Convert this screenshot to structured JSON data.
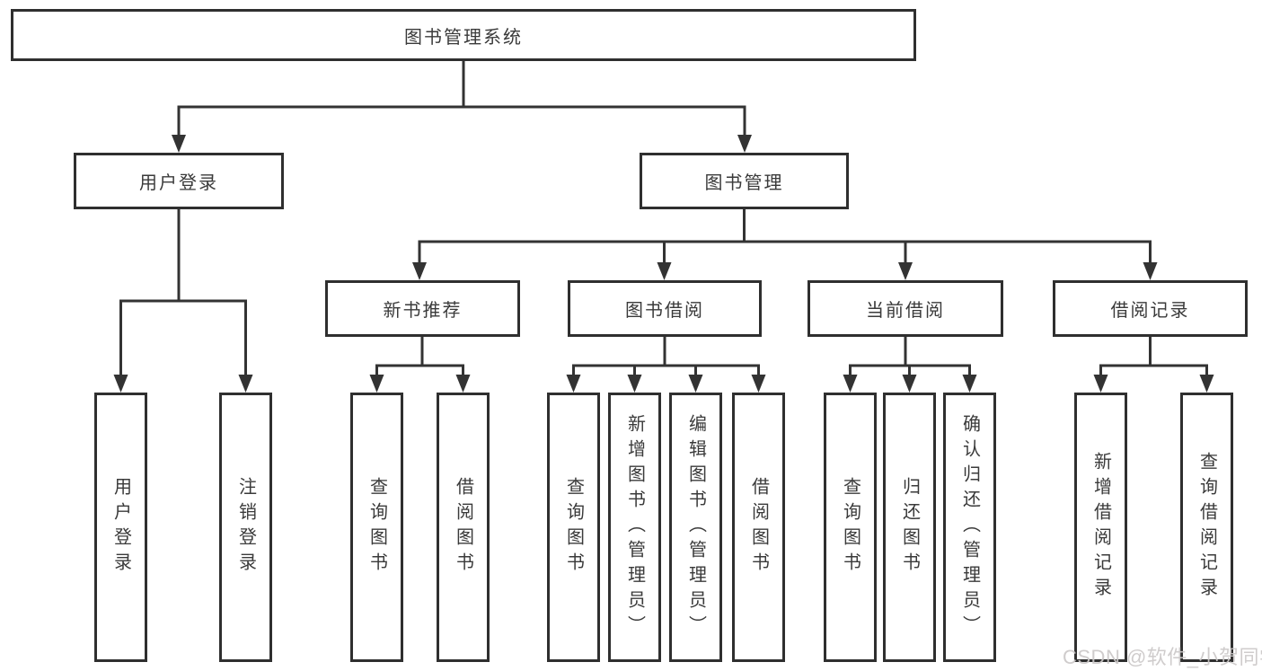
{
  "diagram": {
    "root": {
      "label": "图书管理系统"
    },
    "level2": [
      {
        "label": "用户登录"
      },
      {
        "label": "图书管理"
      }
    ],
    "level3": [
      {
        "label": "新书推荐",
        "parent": "图书管理"
      },
      {
        "label": "图书借阅",
        "parent": "图书管理"
      },
      {
        "label": "当前借阅",
        "parent": "图书管理"
      },
      {
        "label": "借阅记录",
        "parent": "图书管理"
      }
    ],
    "leaves": [
      {
        "label": "用户登录",
        "parent": "用户登录"
      },
      {
        "label": "注销登录",
        "parent": "用户登录"
      },
      {
        "label": "查询图书",
        "parent": "新书推荐"
      },
      {
        "label": "借阅图书",
        "parent": "新书推荐"
      },
      {
        "label": "查询图书",
        "parent": "图书借阅"
      },
      {
        "label": "新增图书（管理员）",
        "parent": "图书借阅"
      },
      {
        "label": "编辑图书（管理员）",
        "parent": "图书借阅"
      },
      {
        "label": "借阅图书",
        "parent": "图书借阅"
      },
      {
        "label": "查询图书",
        "parent": "当前借阅"
      },
      {
        "label": "归还图书",
        "parent": "当前借阅"
      },
      {
        "label": "确认归还（管理员）",
        "parent": "当前借阅"
      },
      {
        "label": "新增借阅记录",
        "parent": "借阅记录"
      },
      {
        "label": "查询借阅记录",
        "parent": "借阅记录"
      }
    ]
  },
  "watermark": {
    "text": "CSDN @软件_小贺同学"
  },
  "colors": {
    "line": "#333333",
    "box_border": "#2f2f2f",
    "text": "#3a3a3a",
    "background": "#ffffff",
    "watermark": "#cbc8c8"
  }
}
